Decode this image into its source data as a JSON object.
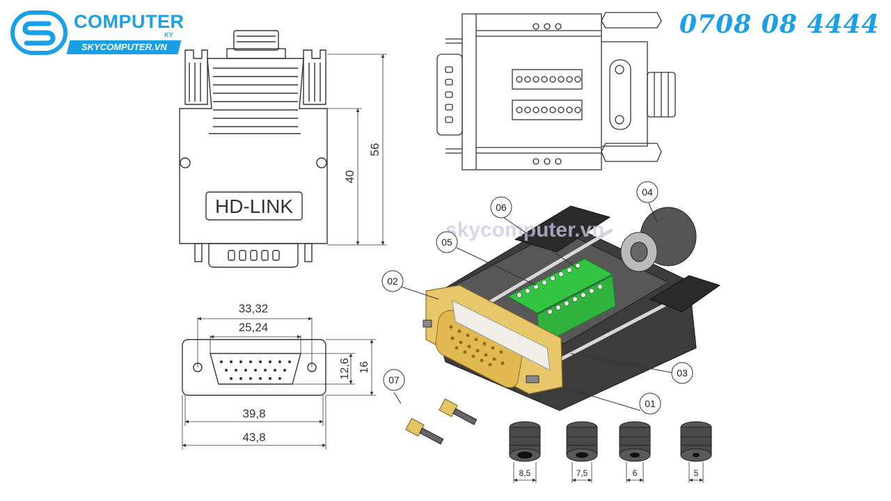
{
  "brand": {
    "name": "COMPUTER",
    "suffix": "KY",
    "site": "SKYCOMPUTER.VN",
    "accent": "#1aa0e6"
  },
  "phone": "0708 08 4444",
  "watermark": "skycomputer.vn",
  "front_view": {
    "label": "HD-LINK",
    "dim_height_total": "56",
    "dim_height_body": "40"
  },
  "bottom_view": {
    "dim_top_outer": "33,32",
    "dim_top_inner": "25,24",
    "dim_bottom_inner": "39,8",
    "dim_bottom_outer": "43,8",
    "dim_side_inner": "12,6",
    "dim_side_outer": "16"
  },
  "part_callouts": [
    "01",
    "02",
    "03",
    "04",
    "05",
    "06",
    "07"
  ],
  "grommets": [
    {
      "size": "8,5"
    },
    {
      "size": "7,5"
    },
    {
      "size": "6"
    },
    {
      "size": "5"
    }
  ],
  "colors": {
    "line": "#333333",
    "terminal_green": "#34c443",
    "connector_gold": "#e8c76a",
    "housing": "#3a3a3a"
  }
}
